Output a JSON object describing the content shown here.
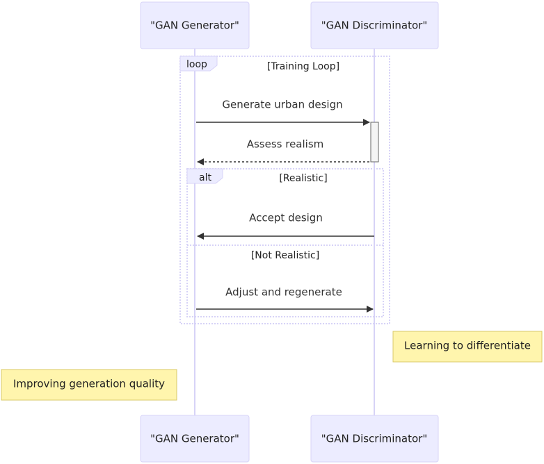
{
  "participants": {
    "generator": "\"GAN Generator\"",
    "discriminator": "\"GAN Discriminator\""
  },
  "loop": {
    "tag": "loop",
    "condition": "[Training Loop]"
  },
  "messages": {
    "generate": "Generate urban design",
    "assess": "Assess realism",
    "accept": "Accept design",
    "adjust": "Adjust and regenerate"
  },
  "alt": {
    "tag": "alt",
    "condition_realistic": "[Realistic]",
    "condition_not_realistic": "[Not Realistic]"
  },
  "notes": {
    "discriminator": "Learning to differentiate",
    "generator": "Improving generation quality"
  },
  "colors": {
    "actor_fill": "#ECECFF",
    "actor_border": "#d7d3f7",
    "note_fill": "#fff5ad",
    "line": "#333333"
  }
}
